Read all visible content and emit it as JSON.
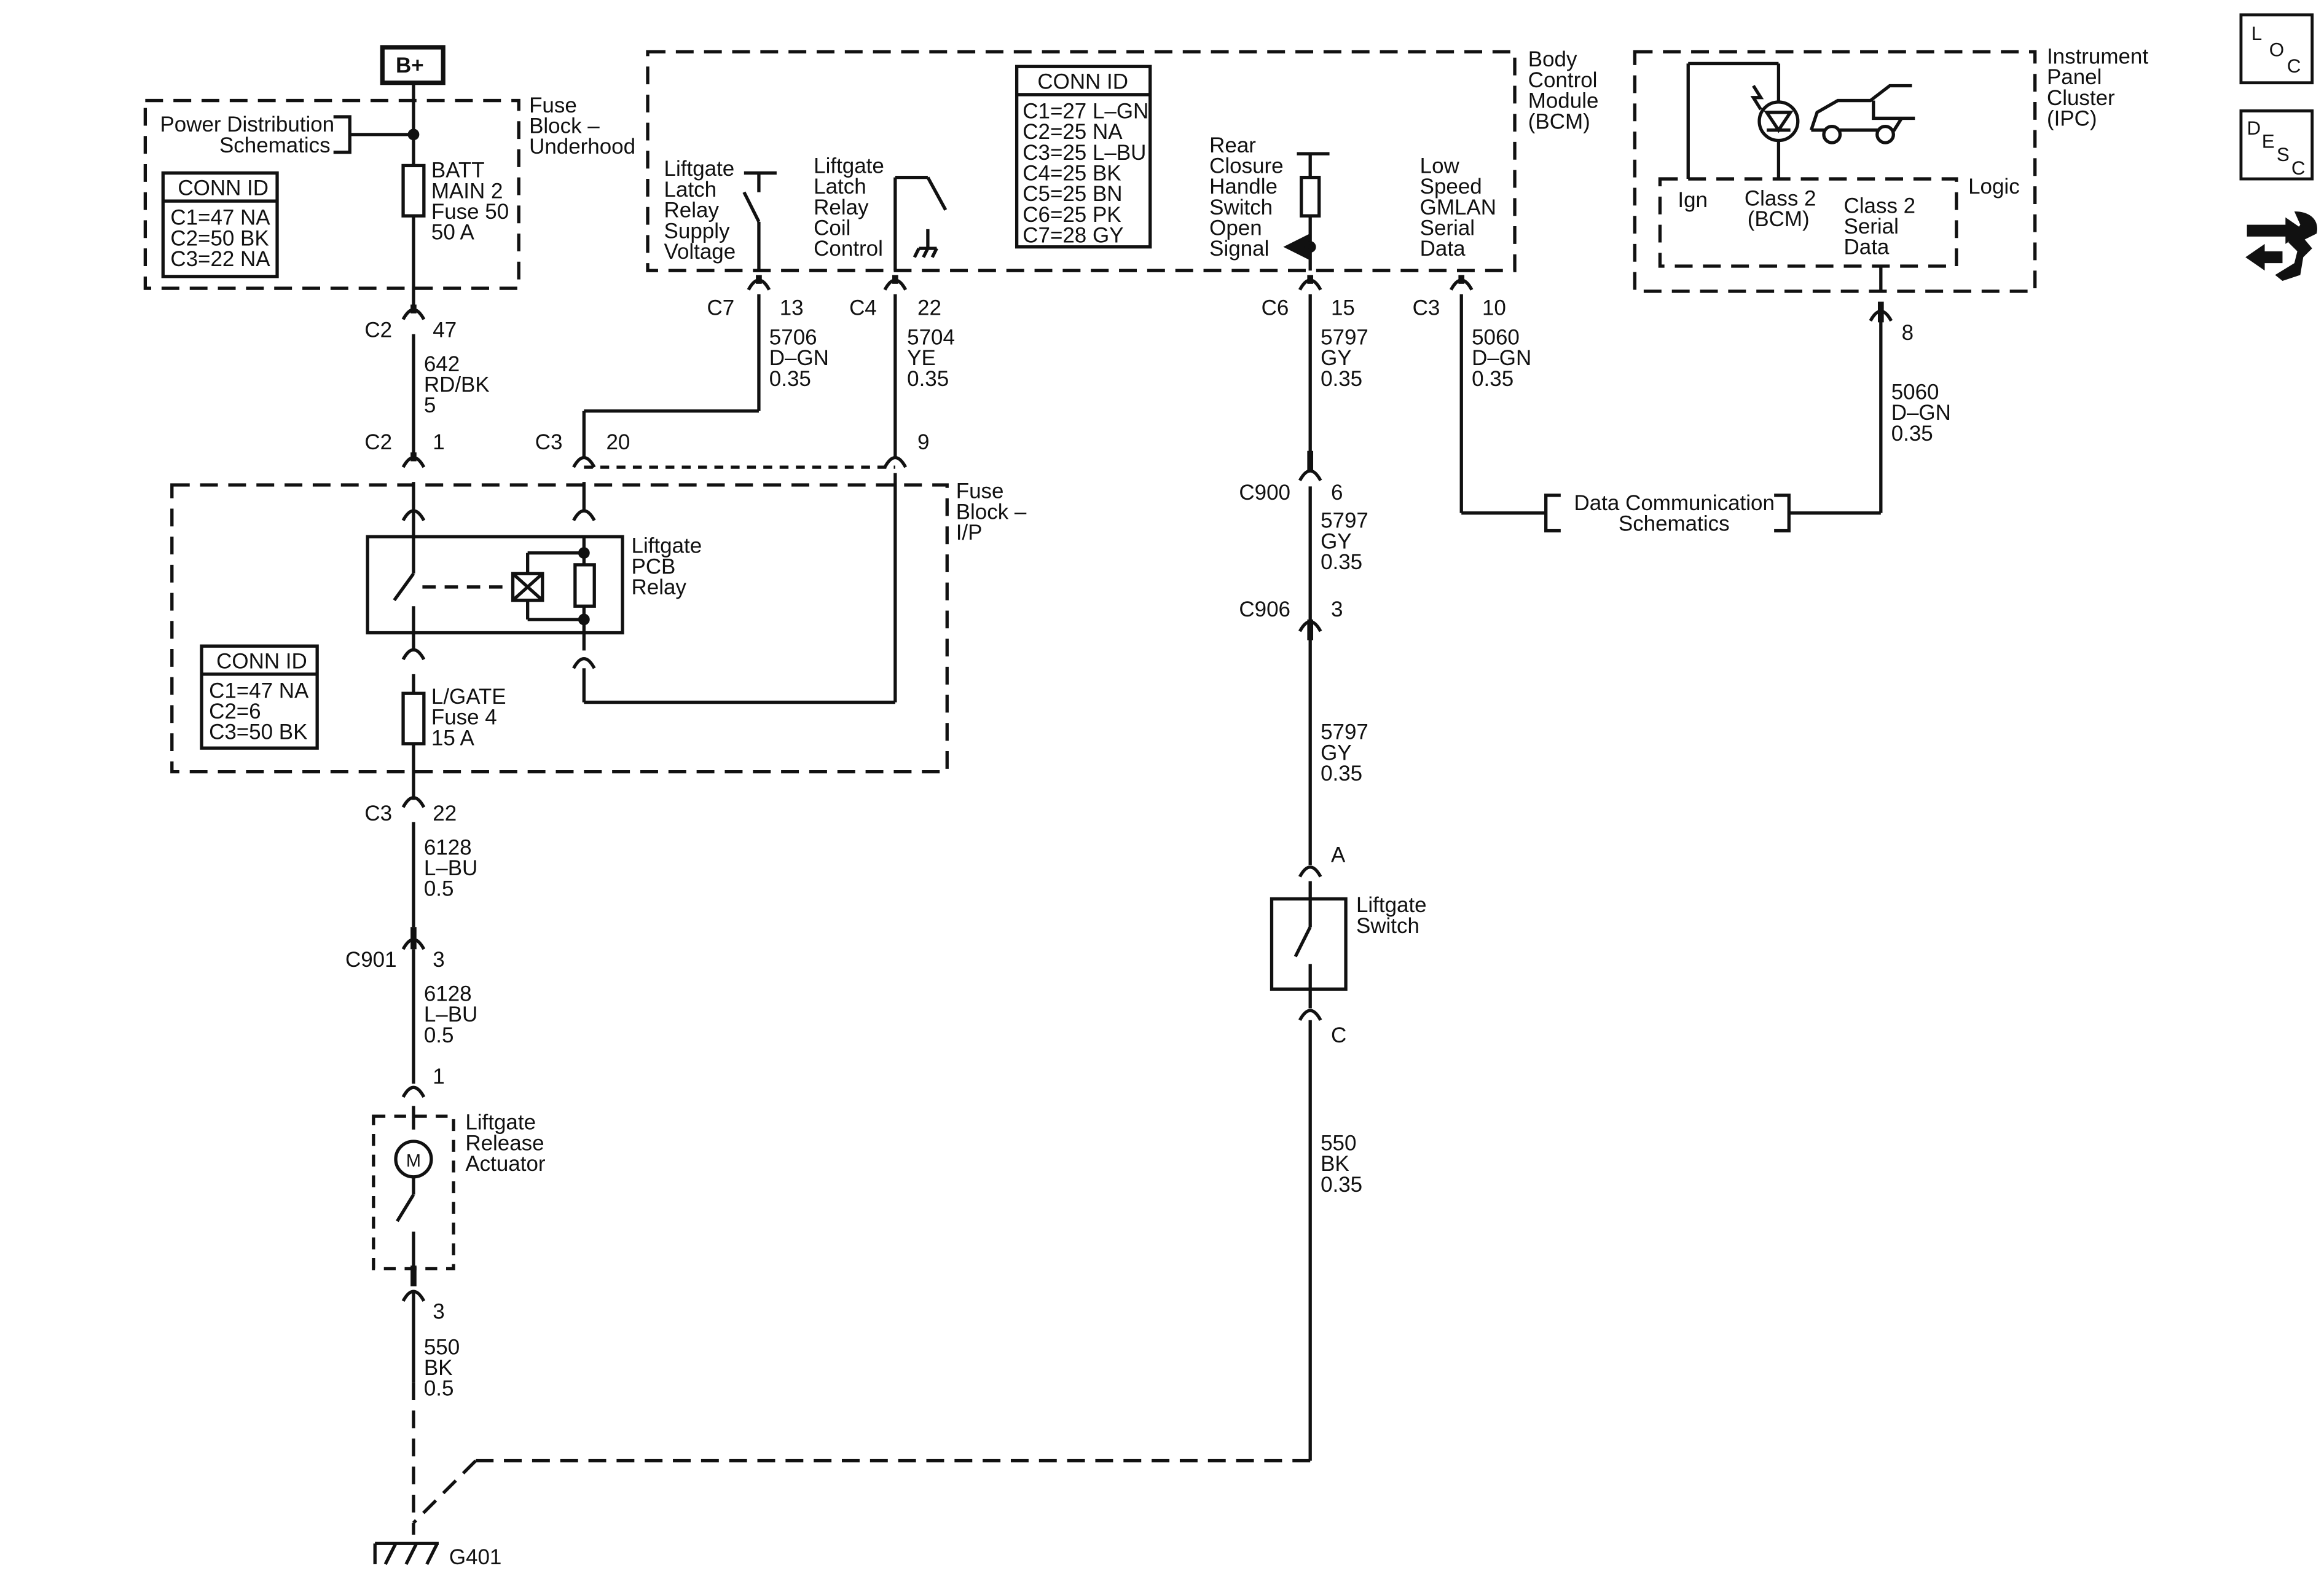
{
  "labels": {
    "b_plus": "B+",
    "power_distribution": [
      "Power Distribution",
      "Schematics"
    ],
    "fuse_block_underhood": [
      "Fuse",
      "Block –",
      "Underhood"
    ],
    "conn_id_title": "CONN ID",
    "underhood_conn": [
      "C1=47 NA",
      "C2=50 BK",
      "C3=22 NA"
    ],
    "batt_fuse": [
      "BATT",
      "MAIN 2",
      "Fuse 50",
      "50 A"
    ],
    "c2_top": "C2",
    "pin_47": "47",
    "wire_642": [
      "642",
      "RD/BK",
      "5"
    ],
    "c2_ip": "C2",
    "pin_1_ip": "1",
    "c3_ip": "C3",
    "pin_20": "20",
    "pin_9": "9",
    "fuse_block_ip": [
      "Fuse",
      "Block –",
      "I/P"
    ],
    "liftgate_pcb_relay": [
      "Liftgate",
      "PCB",
      "Relay"
    ],
    "ip_conn": [
      "C1=47 NA",
      "C2=6",
      "C3=50 BK"
    ],
    "lgate_fuse": [
      "L/GATE",
      "Fuse 4",
      "15 A"
    ],
    "c3_22": "C3",
    "pin_22_ip": "22",
    "wire_6128_a": [
      "6128",
      "L–BU",
      "0.5"
    ],
    "c901": "C901",
    "pin_3_c901": "3",
    "wire_6128_b": [
      "6128",
      "L–BU",
      "0.5"
    ],
    "pin_1_act": "1",
    "liftgate_release_actuator": [
      "Liftgate",
      "Release",
      "Actuator"
    ],
    "motor": "M",
    "pin_3_act": "3",
    "wire_550_a": [
      "550",
      "BK",
      "0.5"
    ],
    "g401": "G401",
    "bcm": [
      "Body",
      "Control",
      "Module",
      "(BCM)"
    ],
    "bcm_conn": [
      "C1=27 L–GN",
      "C2=25 NA",
      "C3=25 L–BU",
      "C4=25 BK",
      "C5=25 BN",
      "C6=25 PK",
      "C7=28 GY"
    ],
    "latch_supply": [
      "Liftgate",
      "Latch",
      "Relay",
      "Supply",
      "Voltage"
    ],
    "latch_coil": [
      "Liftgate",
      "Latch",
      "Relay",
      "Coil",
      "Control"
    ],
    "rear_closure": [
      "Rear",
      "Closure",
      "Handle",
      "Switch",
      "Open",
      "Signal"
    ],
    "low_speed": [
      "Low",
      "Speed",
      "GMLAN",
      "Serial",
      "Data"
    ],
    "c7": "C7",
    "pin_13": "13",
    "wire_5706": [
      "5706",
      "D–GN",
      "0.35"
    ],
    "c4": "C4",
    "pin_22_bcm": "22",
    "wire_5704": [
      "5704",
      "YE",
      "0.35"
    ],
    "c6": "C6",
    "pin_15": "15",
    "wire_5797_a": [
      "5797",
      "GY",
      "0.35"
    ],
    "c3_bcm": "C3",
    "pin_10": "10",
    "wire_5060_a": [
      "5060",
      "D–GN",
      "0.35"
    ],
    "c900": "C900",
    "pin_6": "6",
    "wire_5797_b": [
      "5797",
      "GY",
      "0.35"
    ],
    "c906": "C906",
    "pin_3_c906": "3",
    "wire_5797_c": [
      "5797",
      "GY",
      "0.35"
    ],
    "pin_a": "A",
    "liftgate_switch": [
      "Liftgate",
      "Switch"
    ],
    "pin_c": "C",
    "wire_550_b": [
      "550",
      "BK",
      "0.35"
    ],
    "data_comm": [
      "Data Communication",
      "Schematics"
    ],
    "ipc": [
      "Instrument",
      "Panel",
      "Cluster",
      "(IPC)"
    ],
    "ign": "Ign",
    "class2_bcm": [
      "Class 2",
      "(BCM)"
    ],
    "class2_serial": [
      "Class 2",
      "Serial",
      "Data"
    ],
    "logic": "Logic",
    "pin_8": "8",
    "wire_5060_b": [
      "5060",
      "D–GN",
      "0.35"
    ],
    "loc": [
      "L",
      "O",
      "C"
    ],
    "desc": [
      "D",
      "E",
      "S",
      "C"
    ]
  },
  "icons": {
    "loc": "loc-icon",
    "desc": "desc-icon",
    "connector": "connector-wrench-icon",
    "indicator": "indicator-lamp-icon",
    "vehicle": "vehicle-icon",
    "ground": "ground-icon"
  }
}
